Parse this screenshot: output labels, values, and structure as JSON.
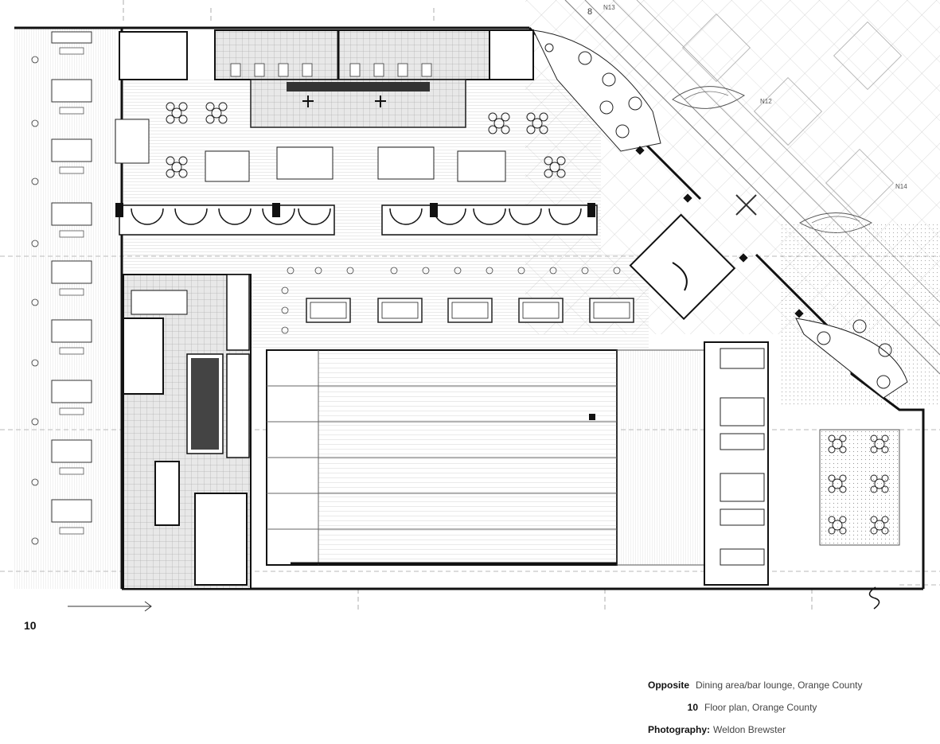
{
  "figure_number": "10",
  "grid_labels": [
    "N13",
    "N12",
    "N14"
  ],
  "captions": [
    {
      "label": "Opposite",
      "text": "Dining area/bar lounge, Orange County"
    },
    {
      "label": "10",
      "text": "Floor plan, Orange County"
    },
    {
      "label": "Photography:",
      "text": "Weldon Brewster"
    }
  ]
}
